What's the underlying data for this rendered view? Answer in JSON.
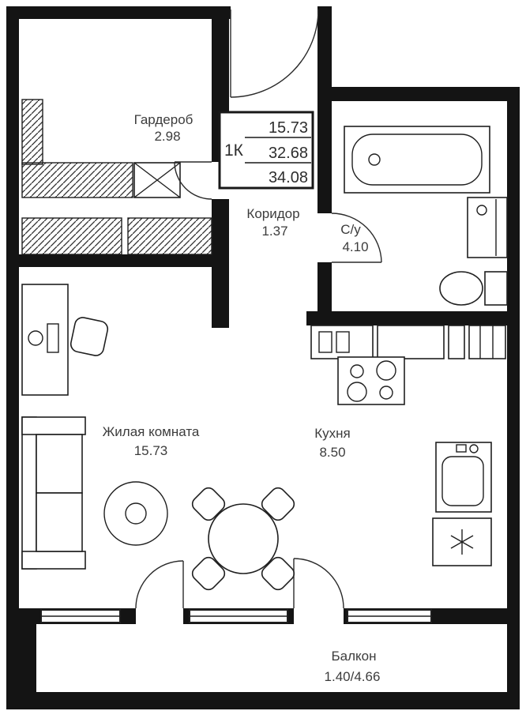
{
  "title": "Apartment floor plan 1K",
  "colors": {
    "wall": "#141414",
    "line": "#1f1f1f",
    "text": "#3c3c3c",
    "bg": "#ffffff"
  },
  "info_box": {
    "type": "1К",
    "line1": "15.73",
    "line2": "32.68",
    "line3": "34.08"
  },
  "rooms": {
    "wardrobe": {
      "name": "Гардероб",
      "area": "2.98"
    },
    "corridor": {
      "name": "Коридор",
      "area": "1.37"
    },
    "bathroom": {
      "name": "С/у",
      "area": "4.10"
    },
    "living_room": {
      "name": "Жилая комната",
      "area": "15.73"
    },
    "kitchen": {
      "name": "Кухня",
      "area": "8.50"
    },
    "balcony": {
      "name": "Балкон",
      "area": "1.40/4.66"
    }
  }
}
